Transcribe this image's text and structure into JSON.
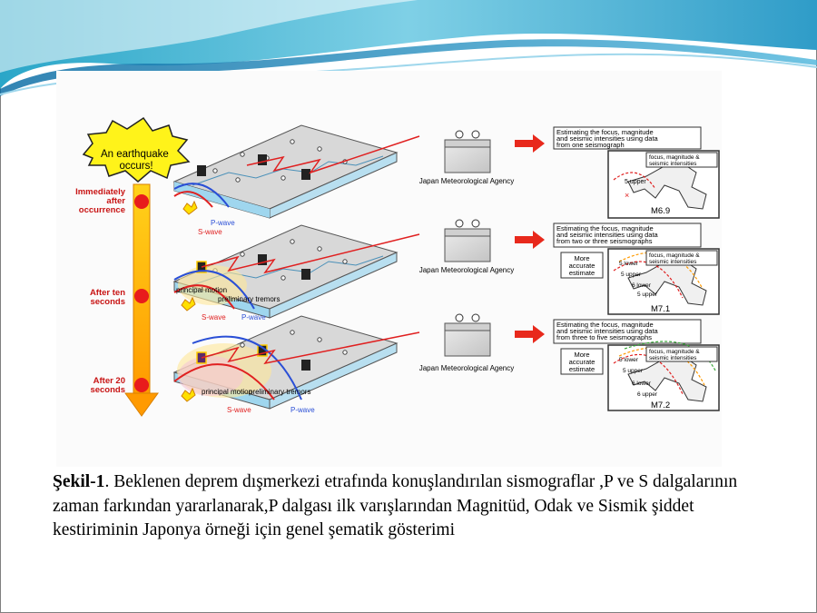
{
  "figure": {
    "burst_text": "An earthquake occurs!",
    "time_labels": [
      "Immediately after occurrence",
      "After ten seconds",
      "After 20 seconds"
    ],
    "agency_label": "Japan Meteorological Agency",
    "waves": {
      "p": "P-wave",
      "s": "S-wave"
    },
    "motion_labels": {
      "principal": "principal motion",
      "preliminary": "preliminary tremors"
    },
    "estimates": [
      "Estimating the focus, magnitude and seismic intensities using data from one seismograph",
      "Estimating the focus, magnitude and seismic intensities using data from two or three seismographs",
      "Estimating the focus, magnitude and seismic intensities using data from three to five seismographs"
    ],
    "more_accurate": "More accurate estimate",
    "map_legend": "focus, magnitude & seismic intensities",
    "intensity_labels": [
      "5 upper",
      "5 lower",
      "6 lower",
      "6 upper"
    ],
    "magnitudes": [
      "M6.9",
      "M7.1",
      "M7.2"
    ]
  },
  "caption": {
    "label": "Şekil-1",
    "text": ". Beklenen deprem dışmerkezi etrafında konuşlandırılan sismograflar ,P ve S dalgalarının zaman farkından yararlanarak,P dalgası ilk varışlarından Magnitüd, Odak ve Sismik şiddet kestiriminin Japonya örneği için genel şematik gösterimi"
  },
  "colors": {
    "arrow": "#e8291c",
    "timeline_top": "#ffd21a",
    "timeline_bottom": "#ff9a00",
    "p_wave": "#2a4fd6",
    "s_wave": "#e02020",
    "sea": "#bfe3f0"
  }
}
